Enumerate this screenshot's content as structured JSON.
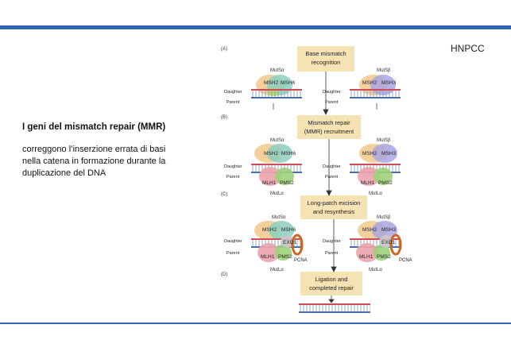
{
  "slide": {
    "title": "I geni del mismatch repair (MMR)",
    "body": "correggono l’inserzione errata di basi nella catena in formazione durante la duplicazione del DNA",
    "tag": "HNPCC",
    "accent_color": "#2f63b8"
  },
  "figure": {
    "panel_labels": [
      "(A)",
      "(B)",
      "(C)",
      "(D)"
    ],
    "steps": [
      {
        "line1": "Base mismatch",
        "line2": "recognition"
      },
      {
        "line1": "Mismatch repair",
        "line2": "(MMR) recruitment"
      },
      {
        "line1": "Long-patch excision",
        "line2": "and resynthesis"
      },
      {
        "line1": "Ligation and",
        "line2": "completed repair"
      }
    ],
    "strand_daughter": "Daughter",
    "strand_parent": "Parent",
    "complexes": {
      "mutsa": "MutSα",
      "mutsb": "MutSβ",
      "mutla": "MutLα",
      "msh2": "MSH2",
      "msh6": "MSH6",
      "msh3": "MSH3",
      "mlh1": "MLH1",
      "pms2": "PMS2",
      "exo1": "EXO1",
      "pcna": "PCNA"
    }
  }
}
